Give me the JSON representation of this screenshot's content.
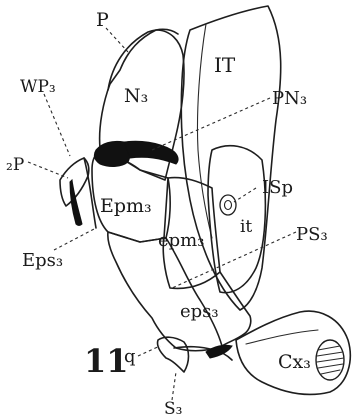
{
  "figure_number": "11",
  "labels": {
    "p": "P",
    "n3": "N₃",
    "it_upper": "IT",
    "wp3": "WP₃",
    "pn3": "PN₃",
    "two_p": "₂P",
    "isp": "ISp",
    "epm3_upper": "Epm₃",
    "epm3_lower": "epm₃",
    "it_lower": "it",
    "ps3": "PS₃",
    "eps3_upper": "Eps₃",
    "eps3_lower": "eps₃",
    "q": "q",
    "s3": "S₃",
    "cx3": "Cx₃"
  }
}
